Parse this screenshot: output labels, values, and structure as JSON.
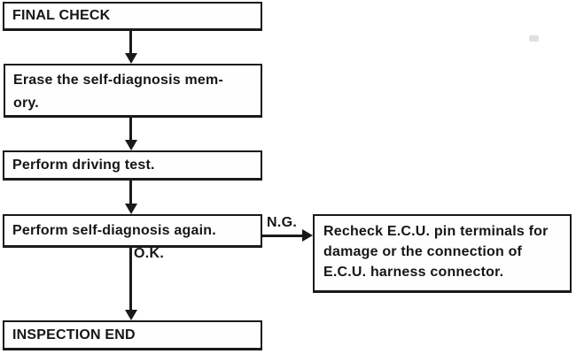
{
  "diagram": {
    "type": "flowchart",
    "nodes": {
      "final_check": {
        "label": "FINAL CHECK"
      },
      "erase_memory": {
        "lines": [
          "Erase the self-diagnosis mem-",
          "ory."
        ]
      },
      "driving_test": {
        "label": "Perform driving test."
      },
      "self_diagnosis": {
        "label": "Perform self-diagnosis again."
      },
      "recheck_ecu": {
        "lines": [
          "Recheck E.C.U. pin terminals for",
          "damage or the connection of",
          "E.C.U. harness connector."
        ]
      },
      "inspection_end": {
        "label": "INSPECTION END"
      }
    },
    "edges": {
      "ng_label": "N.G.",
      "ok_label": "O.K."
    },
    "colors": {
      "line": "#1a1a1a",
      "text": "#161616",
      "background": "#ffffff"
    }
  }
}
